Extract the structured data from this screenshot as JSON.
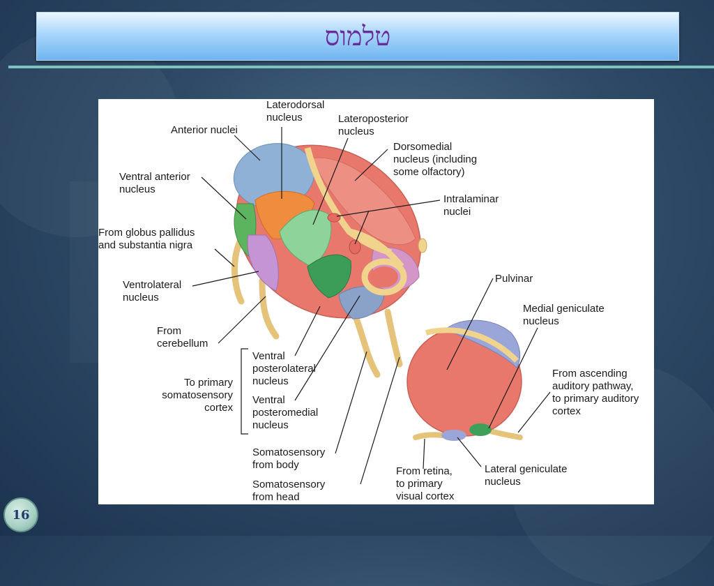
{
  "slide": {
    "title": "טלמוס",
    "page_number": "16"
  },
  "figure": {
    "labels": {
      "laterodorsal": "Laterodorsal\nnucleus",
      "lateroposterior": "Lateroposterior\nnucleus",
      "anterior": "Anterior nuclei",
      "dorsomedial": "Dorsomedial\nnucleus (including\nsome olfactory)",
      "ventral_anterior": "Ventral anterior\nnucleus",
      "intralaminar": "Intralaminar\nnuclei",
      "globus": "From globus pallidus\nand substantia nigra",
      "ventrolateral": "Ventrolateral\nnucleus",
      "pulvinar": "Pulvinar",
      "medial_geniculate": "Medial geniculate\nnucleus",
      "cerebellum": "From\ncerebellum",
      "vpl": "Ventral\nposterolateral\nnucleus",
      "ascending_auditory": "From ascending\nauditory pathway,\nto primary auditory\ncortex",
      "to_primary": "To primary\nsomatosensory\ncortex",
      "vpm": "Ventral\nposteromedial\nnucleus",
      "somato_body": "Somatosensory\nfrom body",
      "retina": "From retina,\nto primary\nvisual cortex",
      "lateral_geniculate": "Lateral geniculate\nnucleus",
      "somato_head": "Somatosensory\nfrom head"
    },
    "colors": {
      "anterior_blue": "#8fb1d6",
      "salmon": "#e7756a",
      "green": "#3fa05a",
      "orange": "#ee8a3c",
      "purple": "#c08fd0",
      "tract_yellow": "#f0d48e"
    }
  }
}
